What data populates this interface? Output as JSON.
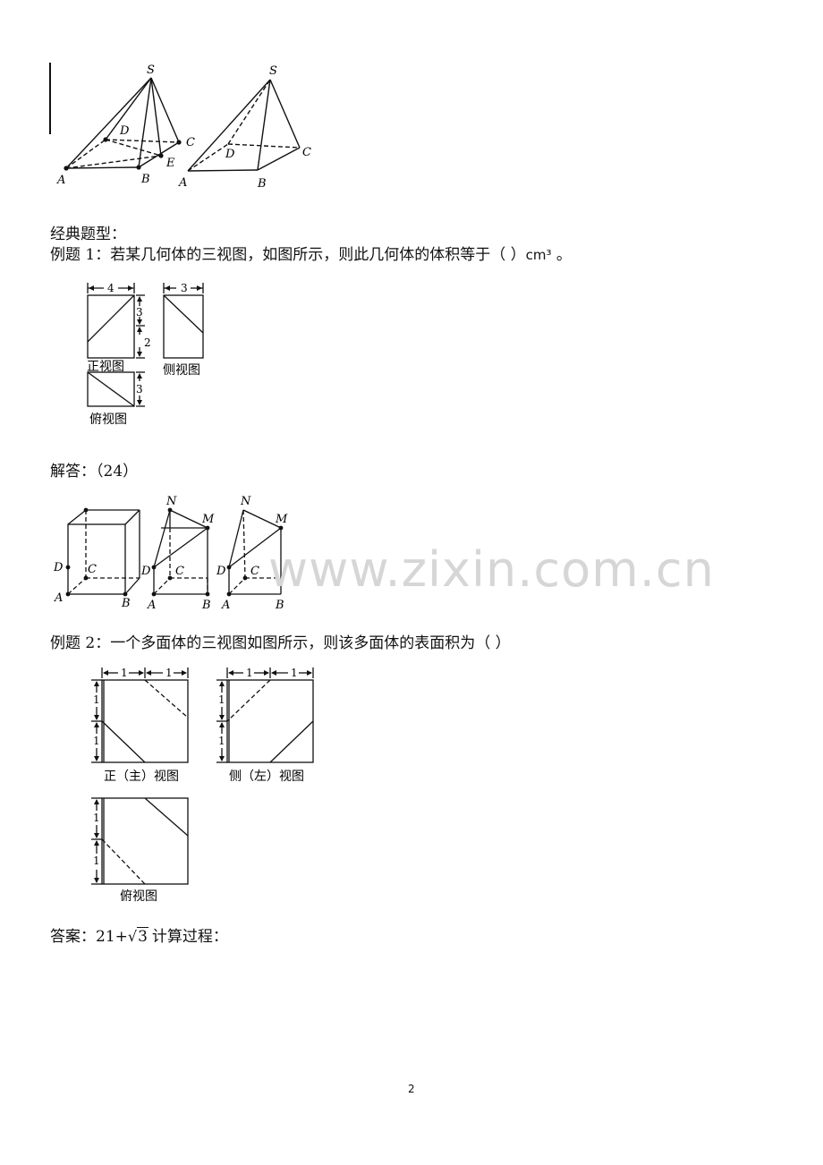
{
  "fig1": {
    "left_labels": {
      "S": "S",
      "D": "D",
      "C": "C",
      "A": "A",
      "B": "B",
      "E": "E"
    },
    "right_labels": {
      "S": "S",
      "D": "D",
      "C": "C",
      "A": "A",
      "B": "B"
    }
  },
  "section_heading": "经典题型：",
  "example1": {
    "prefix": "例题 1：若某几何体的三视图，如图所示，则此几何体的体积等于（   ）",
    "unit": "cm³",
    "suffix": " 。",
    "dims": {
      "front_width": "4",
      "side_width": "3",
      "h1": "3",
      "h2": "2",
      "h3": "3"
    },
    "captions": {
      "front": "正视图",
      "side": "侧视图",
      "top": "俯视图"
    }
  },
  "answer1": "解答：（24）",
  "fig3": {
    "labels": {
      "N": "N",
      "M": "M",
      "D": "D",
      "C": "C",
      "A": "A",
      "B": "B"
    }
  },
  "watermark": "www.zixin.com.cn",
  "example2": {
    "text": "例题 2：一个多面体的三视图如图所示，则该多面体的表面积为（     ）",
    "dim": "1",
    "captions": {
      "front": "正（主）视图",
      "side": "侧（左）视图",
      "top": "俯视图"
    }
  },
  "answer2": {
    "prefix": "答案：21+",
    "radicand": "3",
    "suffix": "计算过程："
  },
  "page_number": "2"
}
